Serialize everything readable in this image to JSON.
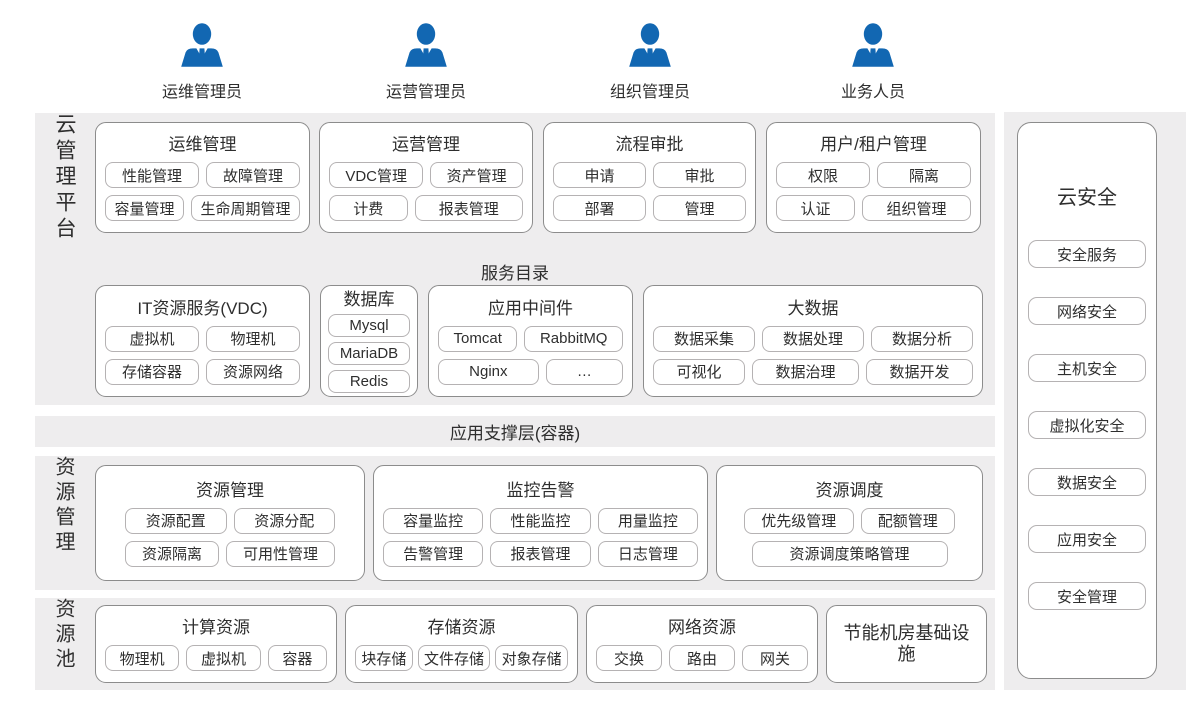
{
  "colors": {
    "accent_blue": "#1267b2",
    "panel_gray": "#eeedee",
    "box_border": "#8c8c8c",
    "chip_border": "#b5b2b3",
    "text": "#2e2e2e"
  },
  "personas": [
    "运维管理员",
    "运营管理员",
    "组织管理员",
    "业务人员"
  ],
  "cloud_platform": {
    "side_label": "云管理平台",
    "groups_row1": [
      {
        "title": "运维管理",
        "items": [
          "性能管理",
          "故障管理",
          "容量管理",
          "生命周期管理"
        ]
      },
      {
        "title": "运营管理",
        "items": [
          "VDC管理",
          "资产管理",
          "计费",
          "报表管理"
        ]
      },
      {
        "title": "流程审批",
        "items": [
          "申请",
          "审批",
          "部署",
          "管理"
        ]
      },
      {
        "title": "用户/租户管理",
        "items": [
          "权限",
          "隔离",
          "认证",
          "组织管理"
        ]
      }
    ],
    "service_catalog_title": "服务目录",
    "groups_row2": [
      {
        "title": "IT资源服务(VDC)",
        "items": [
          "虚拟机",
          "物理机",
          "存储容器",
          "资源网络"
        ]
      },
      {
        "title": "数据库",
        "items": [
          "Mysql",
          "MariaDB",
          "Redis"
        ]
      },
      {
        "title": "应用中间件",
        "items": [
          "Tomcat",
          "RabbitMQ",
          "Nginx",
          "…"
        ]
      },
      {
        "title": "大数据",
        "items": [
          "数据采集",
          "数据处理",
          "数据分析",
          "可视化",
          "数据治理",
          "数据开发"
        ]
      }
    ]
  },
  "container_band": {
    "label": "应用支撑层(容器)"
  },
  "resource_mgmt": {
    "side_label": "资源管理",
    "groups": [
      {
        "title": "资源管理",
        "items": [
          "资源配置",
          "资源分配",
          "资源隔离",
          "可用性管理"
        ]
      },
      {
        "title": "监控告警",
        "items": [
          "容量监控",
          "性能监控",
          "用量监控",
          "告警管理",
          "报表管理",
          "日志管理"
        ]
      },
      {
        "title": "资源调度",
        "items": [
          "优先级管理",
          "配额管理",
          "资源调度策略管理"
        ]
      }
    ]
  },
  "resource_pool": {
    "side_label": "资源池",
    "groups": [
      {
        "title": "计算资源",
        "items": [
          "物理机",
          "虚拟机",
          "容器"
        ]
      },
      {
        "title": "存储资源",
        "items": [
          "块存储",
          "文件存储",
          "对象存储"
        ]
      },
      {
        "title": "网络资源",
        "items": [
          "交换",
          "路由",
          "网关"
        ]
      }
    ],
    "standalone": "节能机房基础设施"
  },
  "cloud_security": {
    "title": "云安全",
    "items": [
      "安全服务",
      "网络安全",
      "主机安全",
      "虚拟化安全",
      "数据安全",
      "应用安全",
      "安全管理"
    ]
  }
}
